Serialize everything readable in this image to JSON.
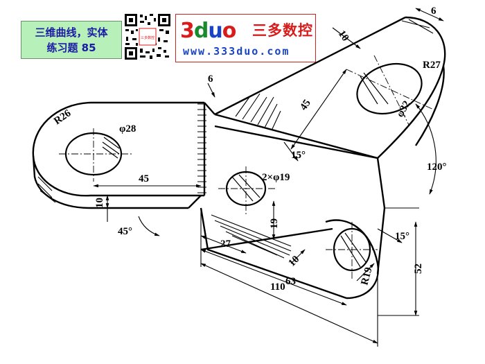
{
  "title": {
    "line1": "三维曲线，实体",
    "line2": "练习题 85"
  },
  "logo": {
    "mark": [
      "3",
      "d",
      "u",
      "o"
    ],
    "name": "三多数控",
    "url": "www.333duo.com",
    "stamp": "三多数控"
  },
  "dimensions": {
    "r26": "R26",
    "phi28": "φ28",
    "d45_left": "45",
    "d10_left": "10",
    "angle45": "45°",
    "d6_top_mid": "6",
    "d45_slant": "45",
    "angle15_top": "15°",
    "d10_top": "10",
    "d6_top_right": "6",
    "r27": "R27",
    "phi32": "φ32",
    "angle120": "120°",
    "holes2x19": "2×φ19",
    "d19": "19",
    "d27": "27",
    "d10_bottom": "10",
    "d63": "63",
    "d110": "110",
    "r19": "R19",
    "angle15_right": "15°",
    "d52": "52"
  },
  "colors": {
    "title_bg": "#b7f1b9",
    "title_text": "#1a1aa6",
    "logo_red": "#d81c1c",
    "logo_blue": "#1a44c6",
    "logo_green": "#1a8a2e"
  }
}
